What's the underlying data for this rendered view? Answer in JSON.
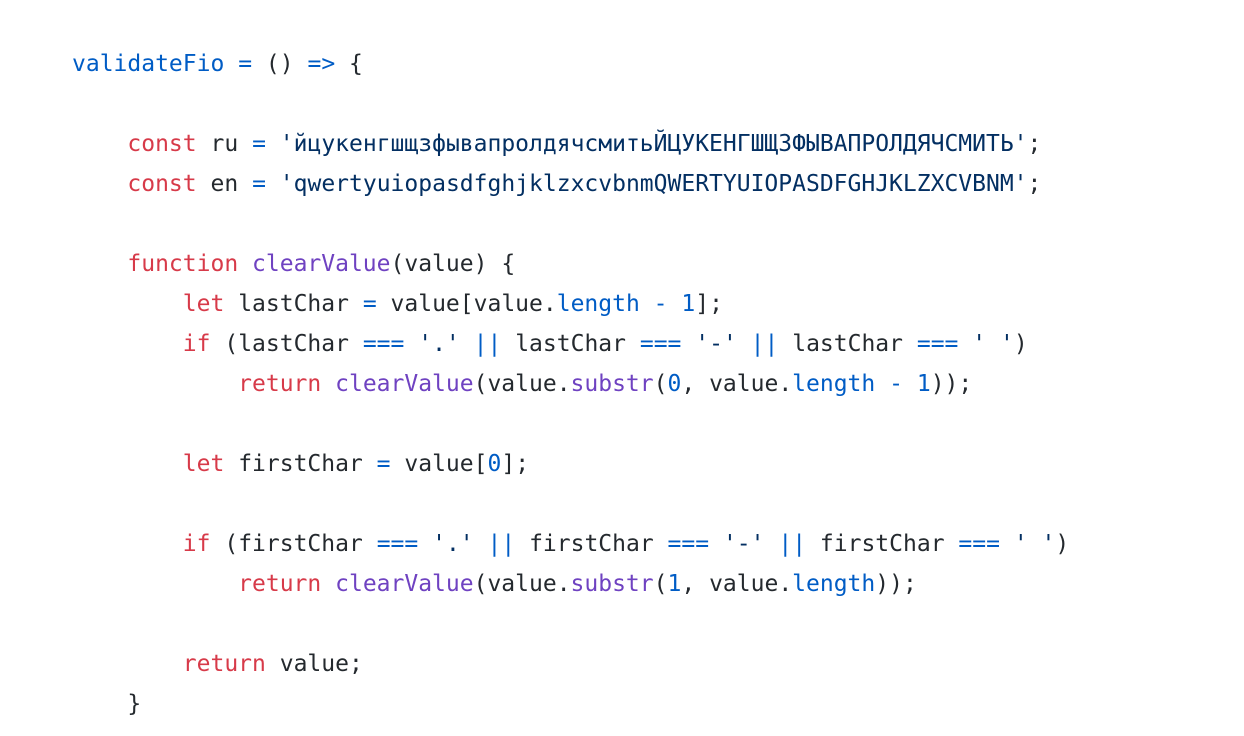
{
  "code": {
    "language": "javascript",
    "colors": {
      "keyword": "#d73a49",
      "function": "#6f42c1",
      "string": "#032f62",
      "number": "#005cc5",
      "operator": "#005cc5",
      "property": "#005cc5",
      "identifier": "#005cc5",
      "plain": "#24292e"
    },
    "lines": [
      [
        [
          "id",
          "validateFio"
        ],
        [
          "ws",
          " "
        ],
        [
          "op",
          "="
        ],
        [
          "ws",
          " "
        ],
        [
          "plain",
          "()"
        ],
        [
          "ws",
          " "
        ],
        [
          "op",
          "=>"
        ],
        [
          "ws",
          " "
        ],
        [
          "plain",
          "{"
        ]
      ],
      [],
      [
        [
          "ws",
          "    "
        ],
        [
          "kw",
          "const"
        ],
        [
          "ws",
          " "
        ],
        [
          "plain",
          "ru"
        ],
        [
          "ws",
          " "
        ],
        [
          "op",
          "="
        ],
        [
          "ws",
          " "
        ],
        [
          "str",
          "'йцукенгшщзфывапролдячсмитьЙЦУКЕНГШЩЗФЫВАПРОЛДЯЧСМИТЬ'"
        ],
        [
          "plain",
          ";"
        ]
      ],
      [
        [
          "ws",
          "    "
        ],
        [
          "kw",
          "const"
        ],
        [
          "ws",
          " "
        ],
        [
          "plain",
          "en"
        ],
        [
          "ws",
          " "
        ],
        [
          "op",
          "="
        ],
        [
          "ws",
          " "
        ],
        [
          "str",
          "'qwertyuiopasdfghjklzxcvbnmQWERTYUIOPASDFGHJKLZXCVBNM'"
        ],
        [
          "plain",
          ";"
        ]
      ],
      [],
      [
        [
          "ws",
          "    "
        ],
        [
          "kw",
          "function"
        ],
        [
          "ws",
          " "
        ],
        [
          "fn",
          "clearValue"
        ],
        [
          "plain",
          "(value)"
        ],
        [
          "ws",
          " "
        ],
        [
          "plain",
          "{"
        ]
      ],
      [
        [
          "ws",
          "        "
        ],
        [
          "kw",
          "let"
        ],
        [
          "ws",
          " "
        ],
        [
          "plain",
          "lastChar"
        ],
        [
          "ws",
          " "
        ],
        [
          "op",
          "="
        ],
        [
          "ws",
          " "
        ],
        [
          "plain",
          "value[value."
        ],
        [
          "prop",
          "length"
        ],
        [
          "ws",
          " "
        ],
        [
          "op",
          "-"
        ],
        [
          "ws",
          " "
        ],
        [
          "num",
          "1"
        ],
        [
          "plain",
          "];"
        ]
      ],
      [
        [
          "ws",
          "        "
        ],
        [
          "kw",
          "if"
        ],
        [
          "ws",
          " "
        ],
        [
          "plain",
          "(lastChar"
        ],
        [
          "ws",
          " "
        ],
        [
          "op",
          "==="
        ],
        [
          "ws",
          " "
        ],
        [
          "str",
          "'.'"
        ],
        [
          "ws",
          " "
        ],
        [
          "op",
          "||"
        ],
        [
          "ws",
          " "
        ],
        [
          "plain",
          "lastChar"
        ],
        [
          "ws",
          " "
        ],
        [
          "op",
          "==="
        ],
        [
          "ws",
          " "
        ],
        [
          "str",
          "'-'"
        ],
        [
          "ws",
          " "
        ],
        [
          "op",
          "||"
        ],
        [
          "ws",
          " "
        ],
        [
          "plain",
          "lastChar"
        ],
        [
          "ws",
          " "
        ],
        [
          "op",
          "==="
        ],
        [
          "ws",
          " "
        ],
        [
          "str",
          "' '"
        ],
        [
          "plain",
          ")"
        ]
      ],
      [
        [
          "ws",
          "            "
        ],
        [
          "kw",
          "return"
        ],
        [
          "ws",
          " "
        ],
        [
          "fn",
          "clearValue"
        ],
        [
          "plain",
          "(value."
        ],
        [
          "fn",
          "substr"
        ],
        [
          "plain",
          "("
        ],
        [
          "num",
          "0"
        ],
        [
          "plain",
          ","
        ],
        [
          "ws",
          " "
        ],
        [
          "plain",
          "value."
        ],
        [
          "prop",
          "length"
        ],
        [
          "ws",
          " "
        ],
        [
          "op",
          "-"
        ],
        [
          "ws",
          " "
        ],
        [
          "num",
          "1"
        ],
        [
          "plain",
          "));"
        ]
      ],
      [],
      [
        [
          "ws",
          "        "
        ],
        [
          "kw",
          "let"
        ],
        [
          "ws",
          " "
        ],
        [
          "plain",
          "firstChar"
        ],
        [
          "ws",
          " "
        ],
        [
          "op",
          "="
        ],
        [
          "ws",
          " "
        ],
        [
          "plain",
          "value["
        ],
        [
          "num",
          "0"
        ],
        [
          "plain",
          "];"
        ]
      ],
      [],
      [
        [
          "ws",
          "        "
        ],
        [
          "kw",
          "if"
        ],
        [
          "ws",
          " "
        ],
        [
          "plain",
          "(firstChar"
        ],
        [
          "ws",
          " "
        ],
        [
          "op",
          "==="
        ],
        [
          "ws",
          " "
        ],
        [
          "str",
          "'.'"
        ],
        [
          "ws",
          " "
        ],
        [
          "op",
          "||"
        ],
        [
          "ws",
          " "
        ],
        [
          "plain",
          "firstChar"
        ],
        [
          "ws",
          " "
        ],
        [
          "op",
          "==="
        ],
        [
          "ws",
          " "
        ],
        [
          "str",
          "'-'"
        ],
        [
          "ws",
          " "
        ],
        [
          "op",
          "||"
        ],
        [
          "ws",
          " "
        ],
        [
          "plain",
          "firstChar"
        ],
        [
          "ws",
          " "
        ],
        [
          "op",
          "==="
        ],
        [
          "ws",
          " "
        ],
        [
          "str",
          "' '"
        ],
        [
          "plain",
          ")"
        ]
      ],
      [
        [
          "ws",
          "            "
        ],
        [
          "kw",
          "return"
        ],
        [
          "ws",
          " "
        ],
        [
          "fn",
          "clearValue"
        ],
        [
          "plain",
          "(value."
        ],
        [
          "fn",
          "substr"
        ],
        [
          "plain",
          "("
        ],
        [
          "num",
          "1"
        ],
        [
          "plain",
          ","
        ],
        [
          "ws",
          " "
        ],
        [
          "plain",
          "value."
        ],
        [
          "prop",
          "length"
        ],
        [
          "plain",
          "));"
        ]
      ],
      [],
      [
        [
          "ws",
          "        "
        ],
        [
          "kw",
          "return"
        ],
        [
          "ws",
          " "
        ],
        [
          "plain",
          "value;"
        ]
      ],
      [
        [
          "ws",
          "    "
        ],
        [
          "plain",
          "}"
        ]
      ]
    ]
  }
}
